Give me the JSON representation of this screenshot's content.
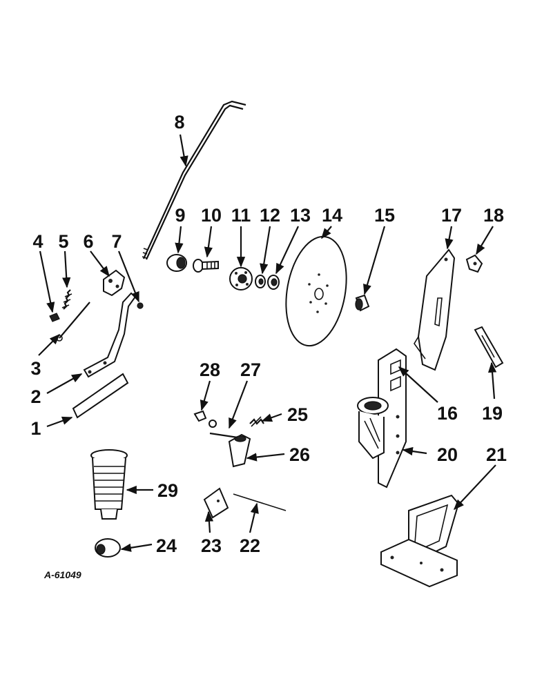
{
  "diagram": {
    "catalog_number": "A-61049",
    "parts": [
      {
        "key": "p1",
        "label": "1"
      },
      {
        "key": "p2",
        "label": "2"
      },
      {
        "key": "p3",
        "label": "3"
      },
      {
        "key": "p4",
        "label": "4"
      },
      {
        "key": "p5",
        "label": "5"
      },
      {
        "key": "p6",
        "label": "6"
      },
      {
        "key": "p7",
        "label": "7"
      },
      {
        "key": "p8",
        "label": "8"
      },
      {
        "key": "p9",
        "label": "9"
      },
      {
        "key": "p10",
        "label": "10"
      },
      {
        "key": "p11",
        "label": "11"
      },
      {
        "key": "p12",
        "label": "12"
      },
      {
        "key": "p13",
        "label": "13"
      },
      {
        "key": "p14",
        "label": "14"
      },
      {
        "key": "p15",
        "label": "15"
      },
      {
        "key": "p16",
        "label": "16"
      },
      {
        "key": "p17",
        "label": "17"
      },
      {
        "key": "p18",
        "label": "18"
      },
      {
        "key": "p19",
        "label": "19"
      },
      {
        "key": "p20",
        "label": "20"
      },
      {
        "key": "p21",
        "label": "21"
      },
      {
        "key": "p22",
        "label": "22"
      },
      {
        "key": "p23",
        "label": "23"
      },
      {
        "key": "p24",
        "label": "24"
      },
      {
        "key": "p25",
        "label": "25"
      },
      {
        "key": "p26",
        "label": "26"
      },
      {
        "key": "p27",
        "label": "27"
      },
      {
        "key": "p28",
        "label": "28"
      },
      {
        "key": "p29",
        "label": "29"
      }
    ]
  }
}
